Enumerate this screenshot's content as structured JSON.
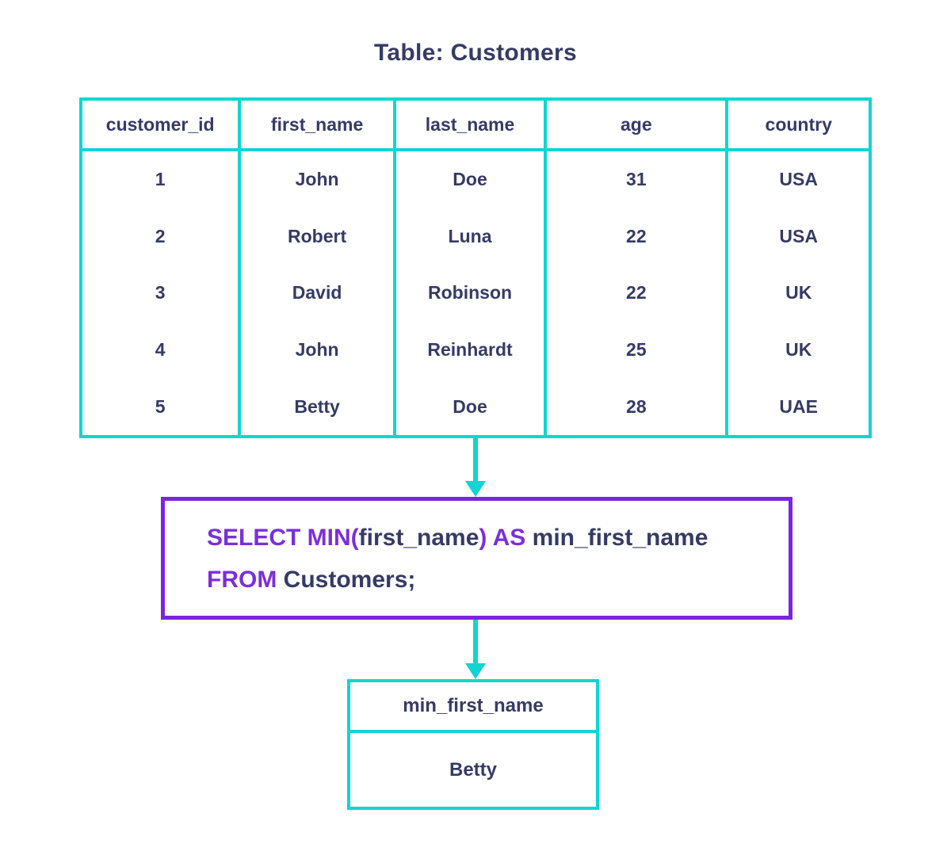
{
  "colors": {
    "table_border_cyan": "#10d5d2",
    "text_navy": "#363b64",
    "keyword_purple": "#7b2fd9",
    "query_border_purple": "#7c24e0",
    "background": "#ffffff"
  },
  "title": "Table: Customers",
  "customers_table": {
    "columns": [
      "customer_id",
      "first_name",
      "last_name",
      "age",
      "country"
    ],
    "rows": [
      [
        "1",
        "John",
        "Doe",
        "31",
        "USA"
      ],
      [
        "2",
        "Robert",
        "Luna",
        "22",
        "USA"
      ],
      [
        "3",
        "David",
        "Robinson",
        "22",
        "UK"
      ],
      [
        "4",
        "John",
        "Reinhardt",
        "25",
        "UK"
      ],
      [
        "5",
        "Betty",
        "Doe",
        "28",
        "UAE"
      ]
    ]
  },
  "query": {
    "select_keyword": "SELECT MIN(",
    "select_argument": "first_name",
    "alias_keyword": ") AS",
    "alias_name": "min_first_name",
    "from_keyword": "FROM",
    "from_table": "Customers;"
  },
  "result_table": {
    "header": "min_first_name",
    "rows": [
      "Betty"
    ]
  }
}
